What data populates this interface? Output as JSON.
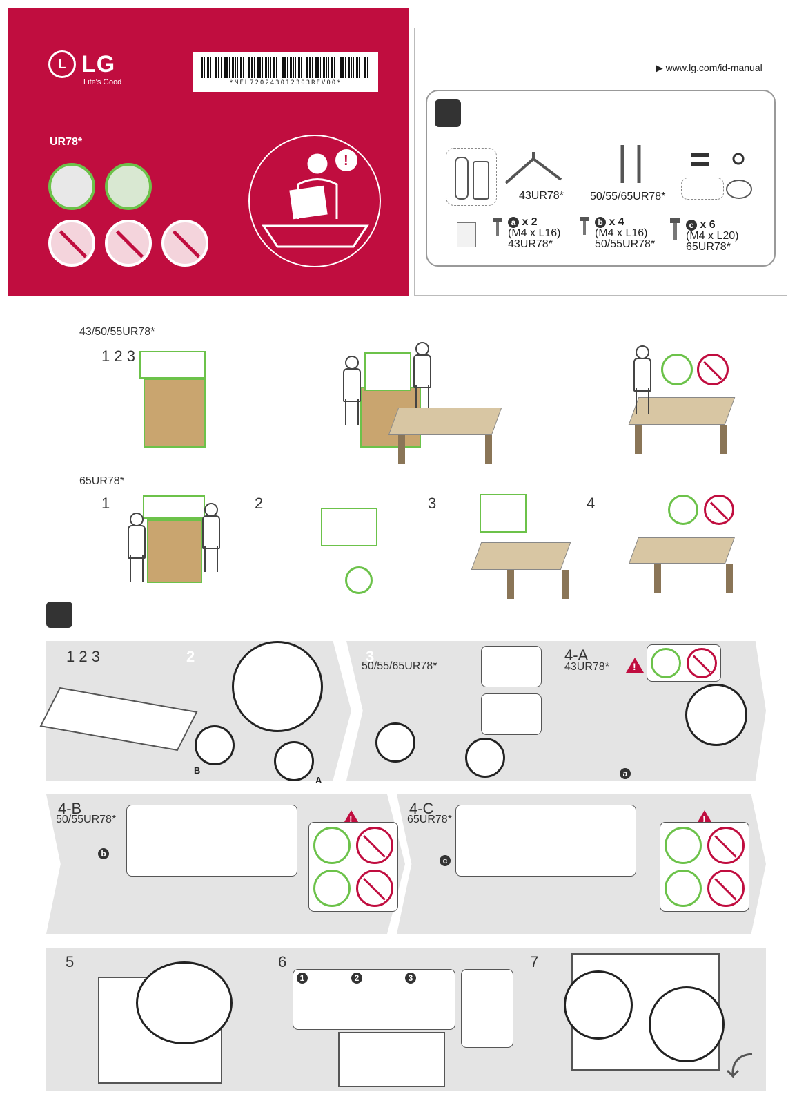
{
  "cover": {
    "brand": "LG",
    "tagline": "Life's Good",
    "barcode_text": "*MFL72024301230​3REV00*",
    "model": "UR78*"
  },
  "header": {
    "url": "www.lg.com/id-manual"
  },
  "parts": {
    "stand_43": "43UR78*",
    "stand_50_65": "50/55/65UR78*",
    "screw_a": {
      "badge": "a",
      "count": "x 2",
      "size": "(M4 x L16)",
      "model": "43UR78*"
    },
    "screw_b": {
      "badge": "b",
      "count": "x 4",
      "size": "(M4 x L16)",
      "model": "50/55UR78*"
    },
    "screw_c": {
      "badge": "c",
      "count": "x 6",
      "size": "(M4 x L20)",
      "model": "65UR78*"
    }
  },
  "unpack": {
    "sec1_label": "43/50/55UR78*",
    "sec1_steps": "1 2 3",
    "sec2_label": "65UR78*",
    "step1": "1",
    "step2": "2",
    "step3": "3",
    "step4": "4"
  },
  "assembly": {
    "p1_steps": "1 2 3",
    "p2_step": "2",
    "p2_label_b": "B",
    "p2_label_a": "A",
    "p3_step": "3",
    "p3_model": "50/55/65UR78*",
    "p4_step": "4-A",
    "p4_model": "43UR78*",
    "p4_screw": "a",
    "p5_step": "4-B",
    "p5_model": "50/55UR78*",
    "p5_screw": "b",
    "p6_step": "4-C",
    "p6_model": "65UR78*",
    "p6_screw": "c",
    "p7_step": "5",
    "p8_step": "6",
    "p8_sub1": "1",
    "p8_sub2": "2",
    "p8_sub3": "3",
    "p9_step": "7"
  },
  "colors": {
    "brand": "#c00d3f",
    "ok": "#6cc24a",
    "band": "#e4e4e4"
  }
}
